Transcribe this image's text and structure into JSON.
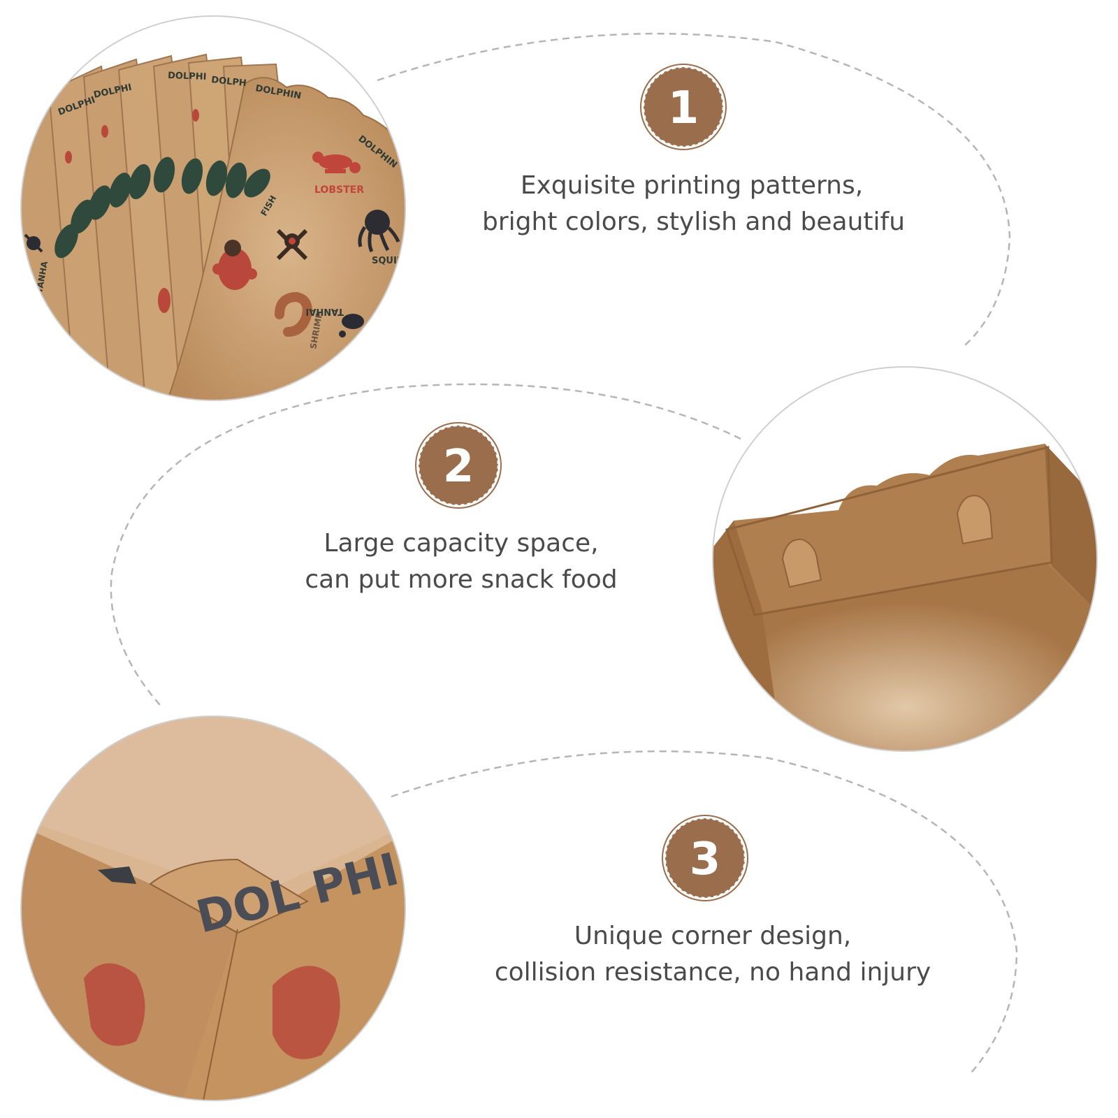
{
  "features": [
    {
      "number": "1",
      "line1": "Exquisite printing patterns,",
      "line2": "bright colors, stylish and beautifu"
    },
    {
      "number": "2",
      "line1": "Large capacity space,",
      "line2": "can put more snack food"
    },
    {
      "number": "3",
      "line1": "Unique corner design,",
      "line2": "collision resistance, no hand injury"
    }
  ],
  "photo_prints": {
    "dolphin": "DOLPHIN",
    "dolphin_short": "DOLPHI",
    "dolphin_partial": "DOL PHI",
    "dolphin_ph": "DOLPH",
    "lobster": "LOBSTER",
    "squid": "SQUID",
    "fish": "FISH",
    "shrimp": "SHRIMP",
    "tanhai": "TANHAI",
    "tanha": "TANHA"
  },
  "colors": {
    "badge": "#9a6e4c",
    "dashed_line": "#b5b5b5",
    "kraft": "#c69a6b",
    "kraft_dark": "#a87a4c",
    "text": "#4a4a4a"
  }
}
